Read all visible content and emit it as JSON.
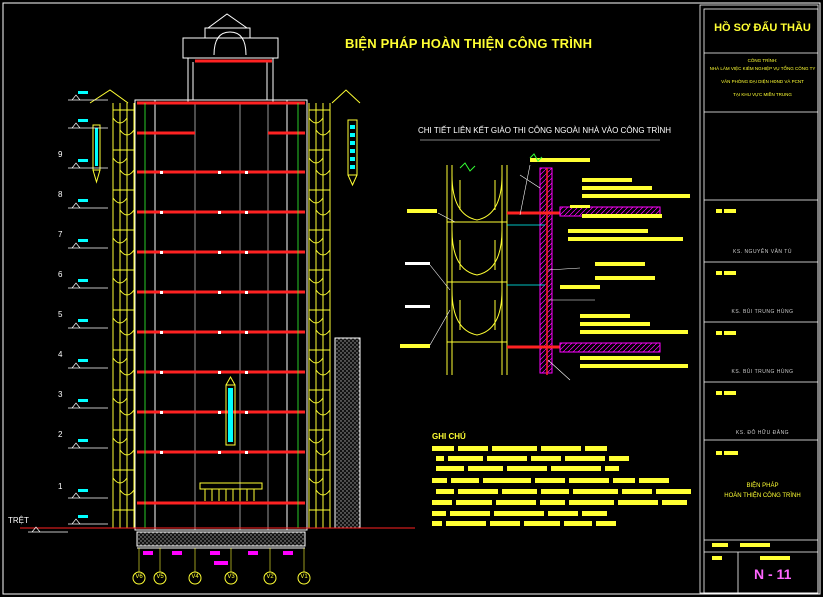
{
  "main_title": "BIỆN PHÁP HOÀN THIỆN CÔNG TRÌNH",
  "detail_title": "CHI TIẾT LIÊN KẾT GIÀO THI CÔNG NGOÀI NHÀ VÀO CÔNG TRÌNH",
  "note_title": "GHI CHÚ",
  "ground_label": "TRỆT",
  "levels": [
    "9",
    "8",
    "7",
    "6",
    "5",
    "4",
    "3",
    "2",
    "1"
  ],
  "axes": [
    "V6",
    "V5",
    "V4",
    "V3",
    "V2",
    "V1"
  ],
  "title_block": {
    "header": "HỒ SƠ ĐẤU THẦU",
    "project_label": "CÔNG TRÌNH:",
    "project_line1": "NHÀ LÀM VIỆC KIÊM NGHIỆP VỤ TỔNG CÔNG TY",
    "project_line2": "VĂN PHÒNG ĐẠI DIỆN HĐND VÀ PCNT",
    "project_line3": "TẠI KHU VỰC MIỀN TRUNG",
    "person1": "KS. NGUYỄN VĂN TÚ",
    "person2": "KS. BÙI TRUNG HÙNG",
    "person3": "KS. BÙI TRUNG HÙNG",
    "person4": "KS. ĐỖ HỮU ĐĂNG",
    "drawing_line1": "BIỆN PHÁP",
    "drawing_line2": "HOÀN THIỆN CÔNG TRÌNH",
    "sheet": "N - 11"
  },
  "colors": {
    "background": "#000000",
    "scaffold": "#ffff33",
    "slab": "#ff2222",
    "outline": "#ffffff",
    "accent": "#00ffff",
    "magenta": "#ff00ff"
  }
}
